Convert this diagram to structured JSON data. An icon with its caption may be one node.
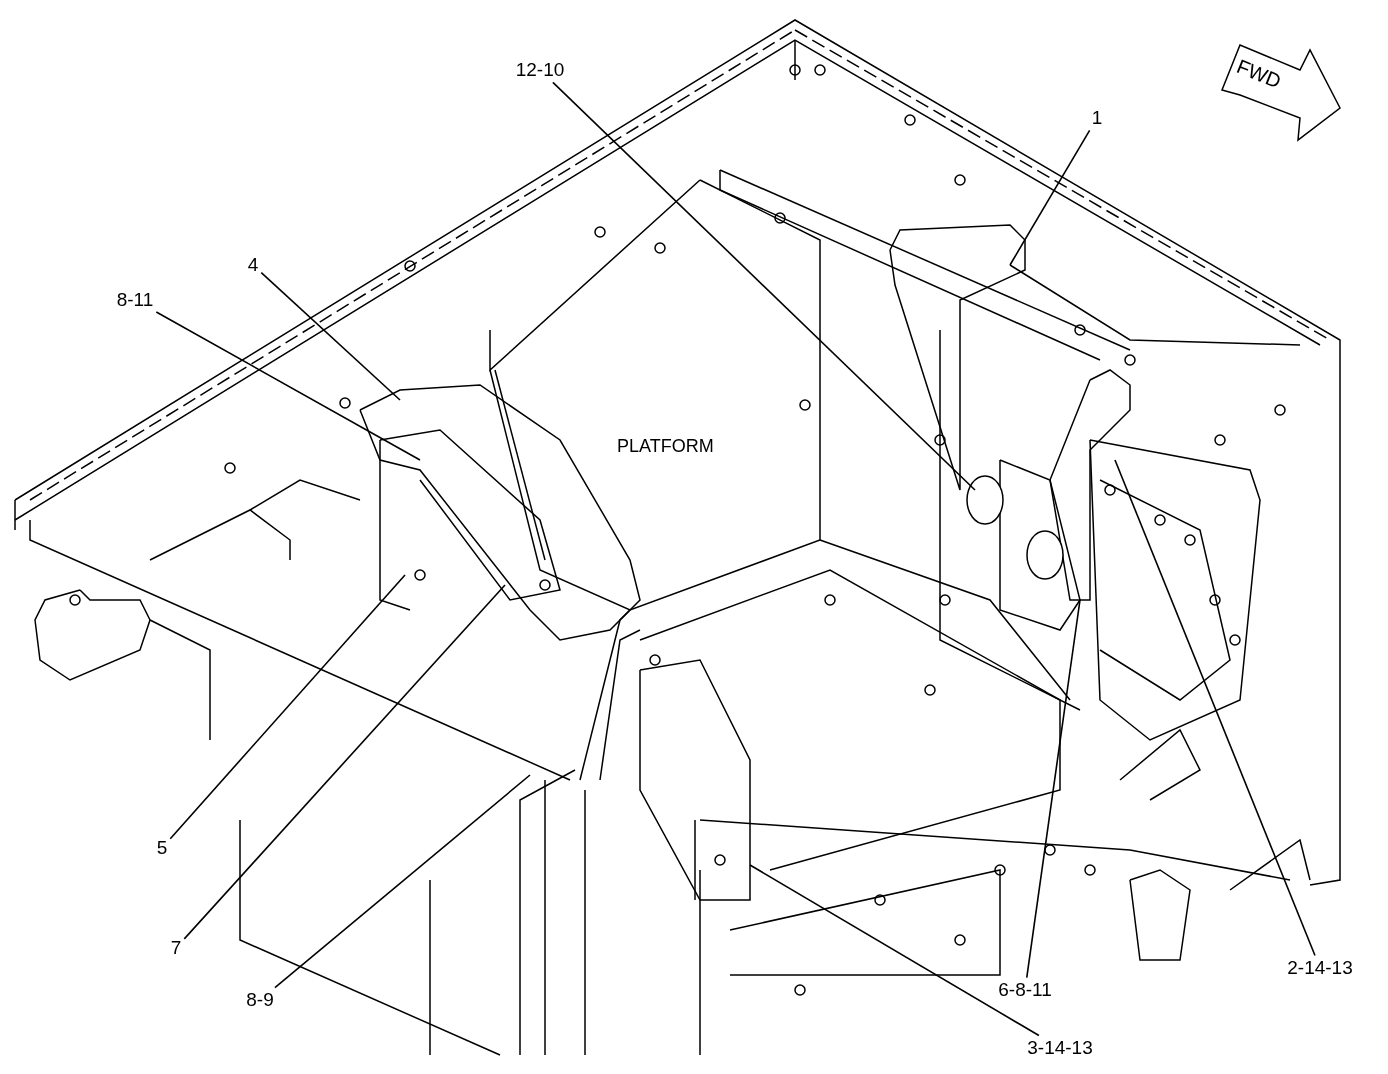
{
  "diagram": {
    "nodes": [
      {
        "text": [
          "12-10"
        ]
      },
      {
        "text": [
          "1"
        ]
      },
      {
        "text": [
          "4"
        ]
      },
      {
        "text": [
          "8-11"
        ]
      },
      {
        "text": [
          "5"
        ]
      },
      {
        "text": [
          "7"
        ]
      },
      {
        "text": [
          "8-9"
        ]
      },
      {
        "text": [
          "3-14-13"
        ]
      },
      {
        "text": [
          "6-8-11"
        ]
      },
      {
        "text": [
          "2-14-13"
        ]
      }
    ],
    "edges": [
      {
        "from": 0,
        "to": null,
        "arrow": "none"
      },
      {
        "from": 1,
        "to": null,
        "arrow": "none"
      },
      {
        "from": 2,
        "to": null,
        "arrow": "none"
      },
      {
        "from": 3,
        "to": null,
        "arrow": "none"
      },
      {
        "from": 4,
        "to": null,
        "arrow": "none"
      },
      {
        "from": 5,
        "to": null,
        "arrow": "none"
      },
      {
        "from": 6,
        "to": null,
        "arrow": "none"
      },
      {
        "from": 7,
        "to": null,
        "arrow": "none"
      },
      {
        "from": 8,
        "to": null,
        "arrow": "none"
      },
      {
        "from": 9,
        "to": null,
        "arrow": "none"
      }
    ],
    "labels": [
      "FWD",
      "PLATFORM"
    ]
  }
}
